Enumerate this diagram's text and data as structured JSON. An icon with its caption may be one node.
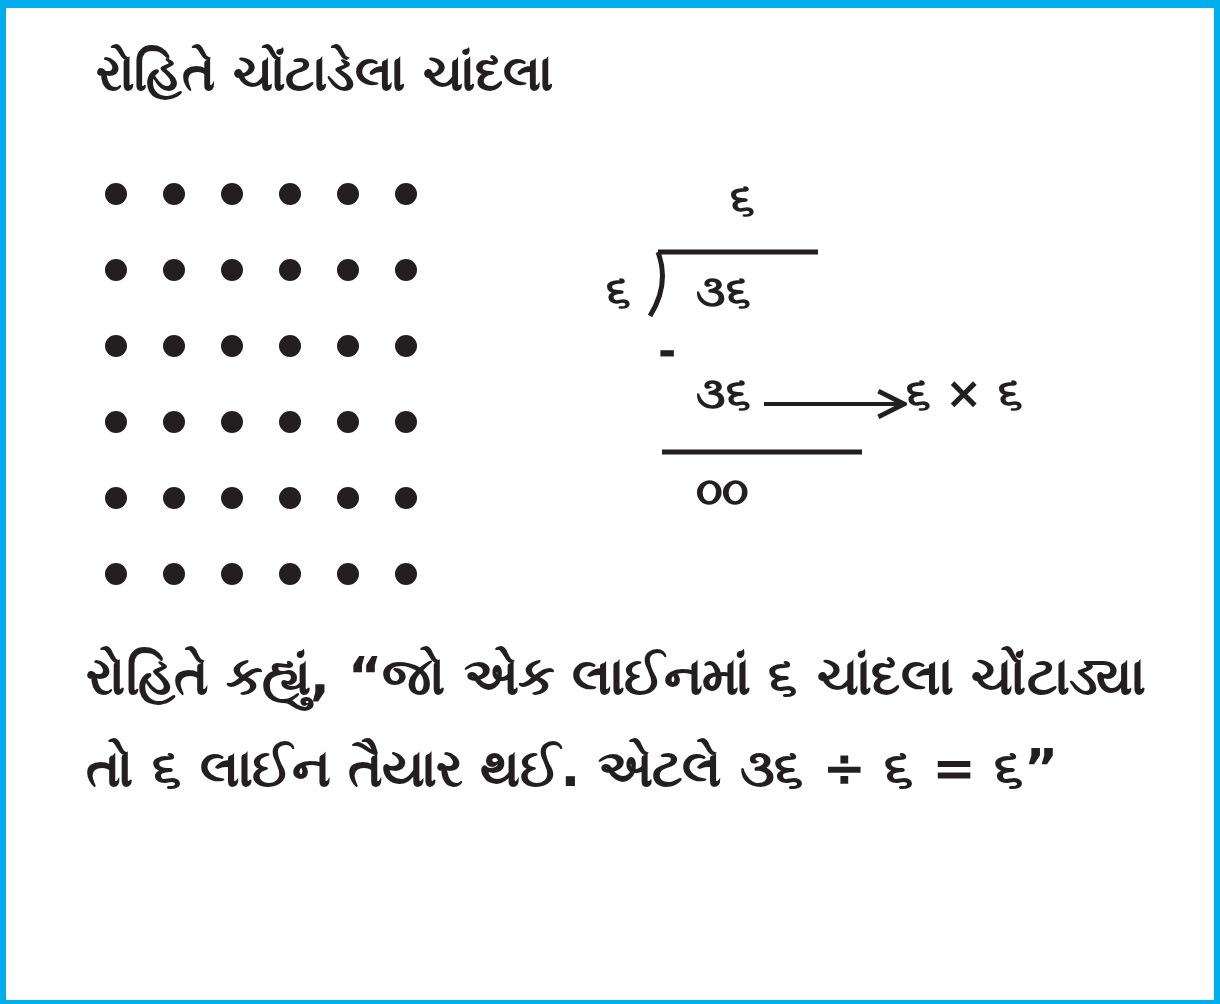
{
  "diagram": {
    "title": "રોહિતે ચોંટાડેલા ચાંદલા",
    "nodes": [
      {
        "text": [
          "૩૬"
        ]
      },
      {
        "text": [
          "૬ × ૬"
        ]
      }
    ],
    "edges": [
      {
        "from": 0,
        "to": 1,
        "arrow": "to"
      }
    ],
    "labels": [
      "૬",
      "૬",
      "૩૬",
      "-",
      "૦૦",
      "રોહિતે કહ્યું, “જો એક લાઈનમાં ૬ ચાંદલા ચોંટાડ્યા તો ૬ લાઈન તૈયાર થઈ. એટલે ૩૬ ÷ ૬ = ૬”"
    ]
  }
}
